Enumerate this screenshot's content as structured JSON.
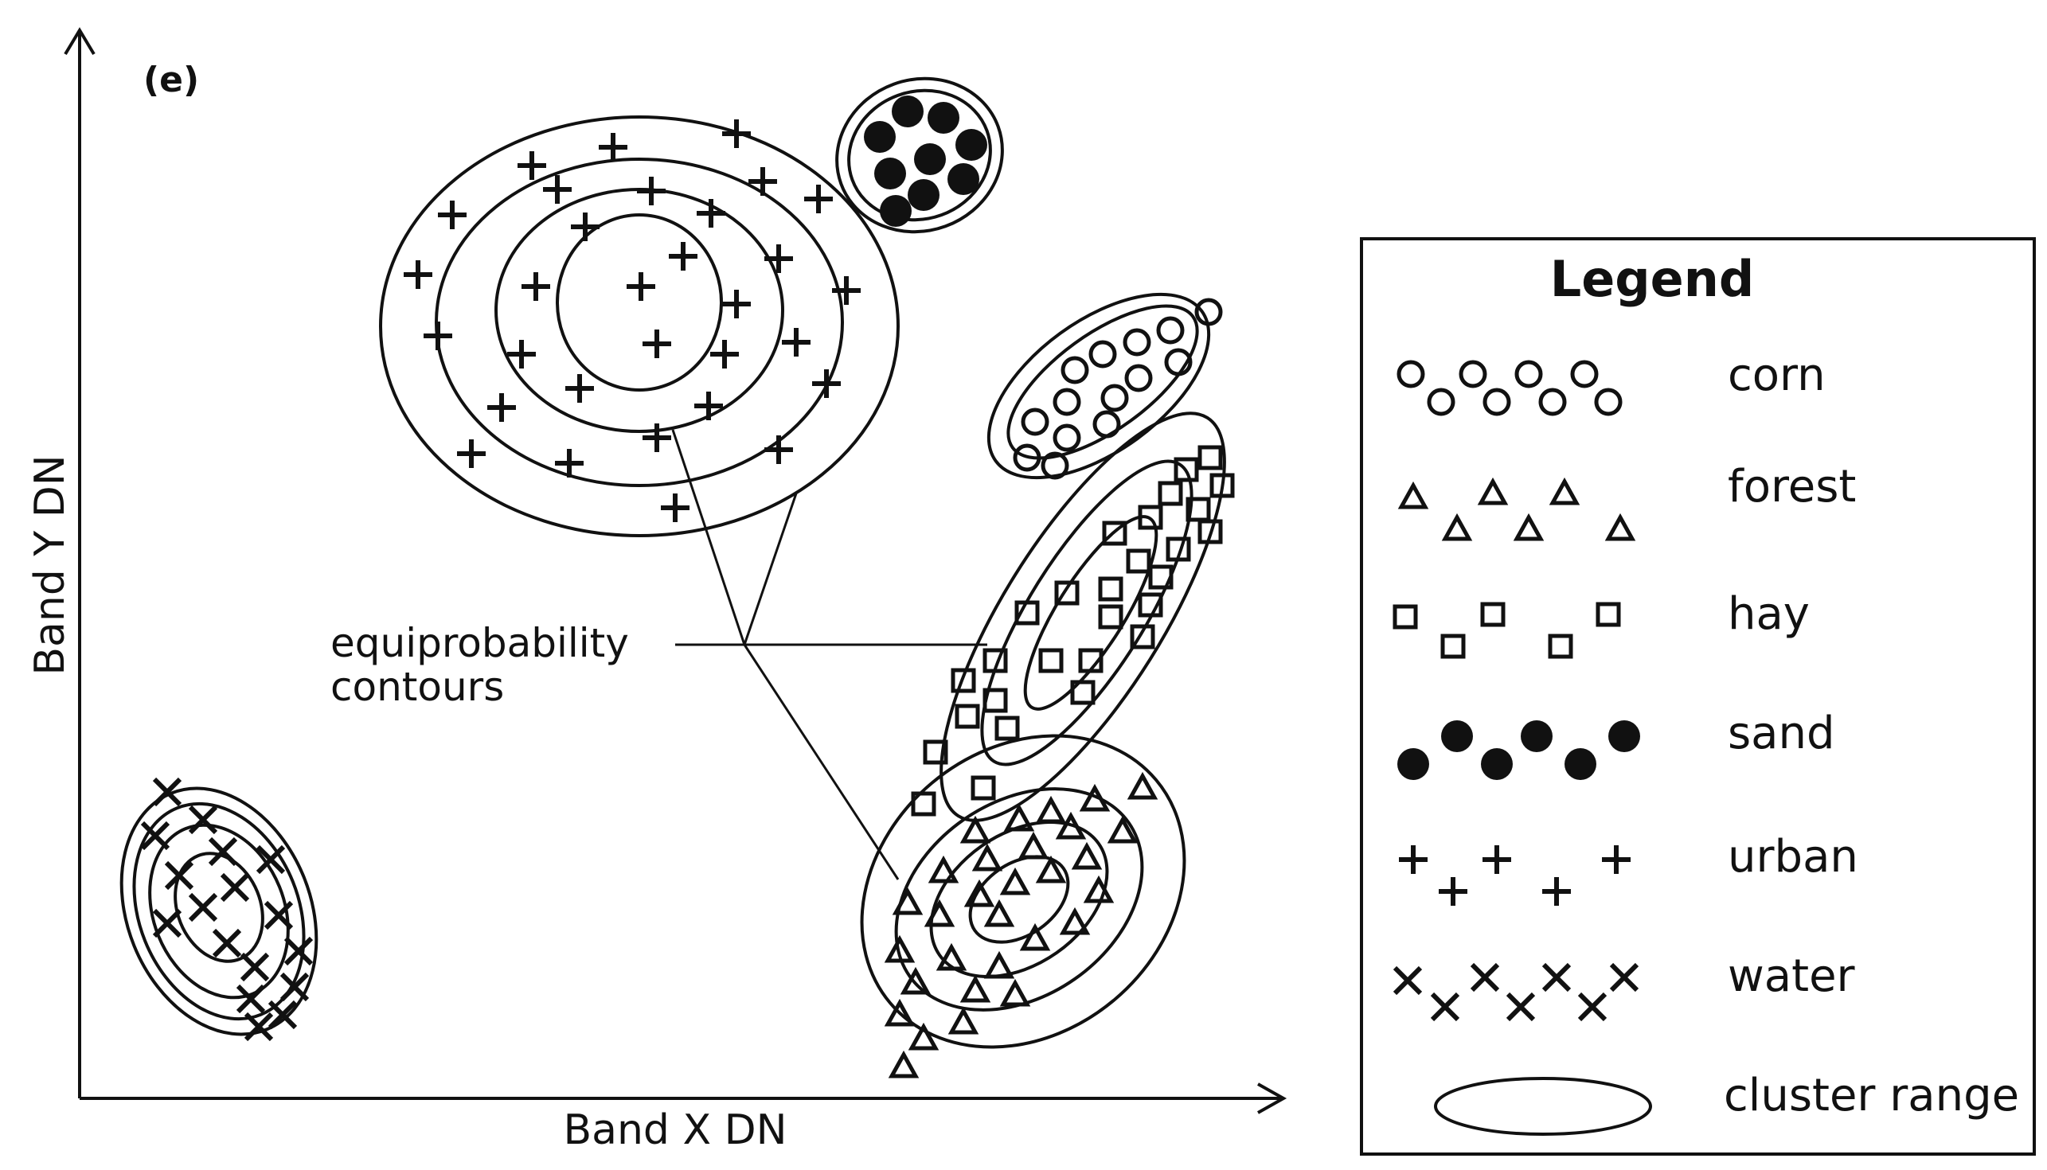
{
  "panel_label": "(e)",
  "axes": {
    "x_label": "Band X DN",
    "y_label": "Band Y DN"
  },
  "annotation": {
    "line1": "equiprobability",
    "line2": "contours"
  },
  "legend": {
    "title": "Legend",
    "items": [
      {
        "label": "corn",
        "symbol": "circle-icon"
      },
      {
        "label": "forest",
        "symbol": "triangle-icon"
      },
      {
        "label": "hay",
        "symbol": "square-icon"
      },
      {
        "label": "sand",
        "symbol": "filled-circle-icon"
      },
      {
        "label": "urban",
        "symbol": "plus-icon"
      },
      {
        "label": "water",
        "symbol": "cross-icon"
      },
      {
        "label": "cluster range",
        "symbol": "ellipse-icon"
      }
    ]
  },
  "colors": {
    "ink": "#111111",
    "background": "#ffffff"
  }
}
